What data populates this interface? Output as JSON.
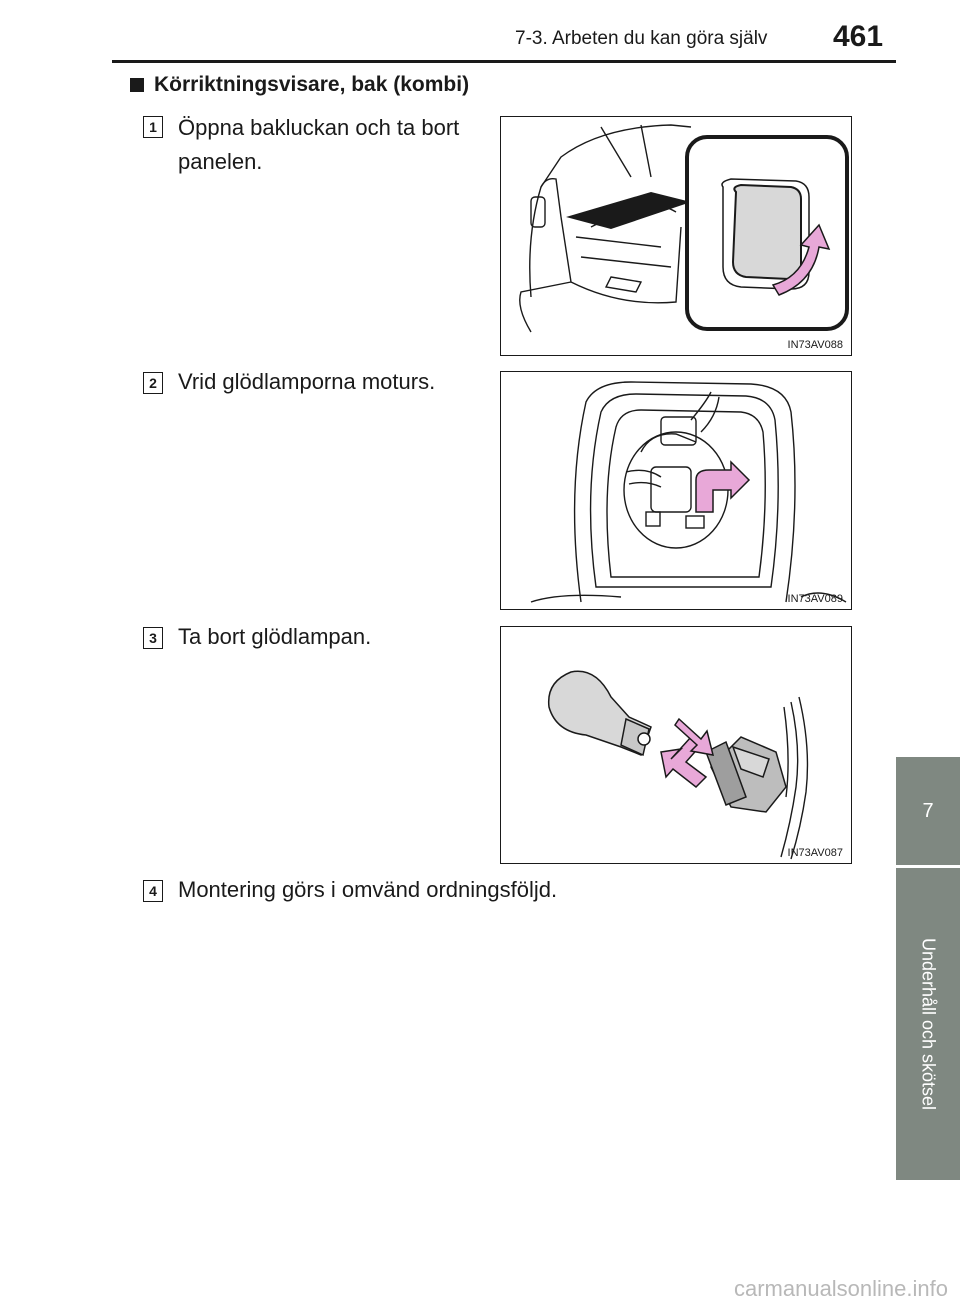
{
  "header": {
    "section": "7-3. Arbeten du kan göra själv",
    "page_number": "461"
  },
  "side_tab": {
    "chapter": "7",
    "label": "Underhåll och skötsel"
  },
  "section_title": "Körriktningsvisare, bak (kombi)",
  "steps": [
    {
      "number": "1",
      "text": "Öppna bakluckan och ta bort panelen.",
      "figure_code": "IN73AV088"
    },
    {
      "number": "2",
      "text": "Vrid glödlamporna moturs.",
      "figure_code": "IN73AV089"
    },
    {
      "number": "3",
      "text": "Ta bort glödlampan.",
      "figure_code": "IN73AV087"
    },
    {
      "number": "4",
      "text": "Montering görs i omvänd ordningsföljd."
    }
  ],
  "watermark": "carmanualsonline.info",
  "colors": {
    "tab": "#7f8881",
    "arrow": "#e8a8d8",
    "text": "#1a1a1a"
  }
}
